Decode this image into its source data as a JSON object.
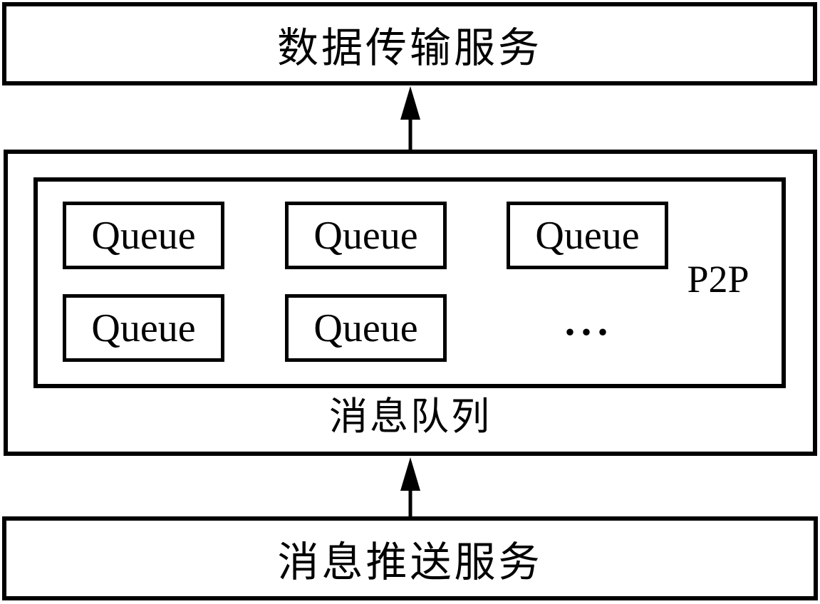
{
  "diagram": {
    "colors": {
      "stroke": "#000000",
      "background": "#ffffff"
    },
    "top_box": {
      "label": "数据传输服务"
    },
    "middle_box": {
      "caption": "消息队列",
      "queue_group": {
        "p2p_label": "P2P",
        "ellipsis": "...",
        "queues": [
          "Queue",
          "Queue",
          "Queue",
          "Queue",
          "Queue"
        ]
      }
    },
    "bottom_box": {
      "label": "消息推送服务"
    },
    "arrows": [
      {
        "from": "消息队列",
        "to": "数据传输服务",
        "direction": "up"
      },
      {
        "from": "消息推送服务",
        "to": "消息队列",
        "direction": "up"
      }
    ]
  }
}
